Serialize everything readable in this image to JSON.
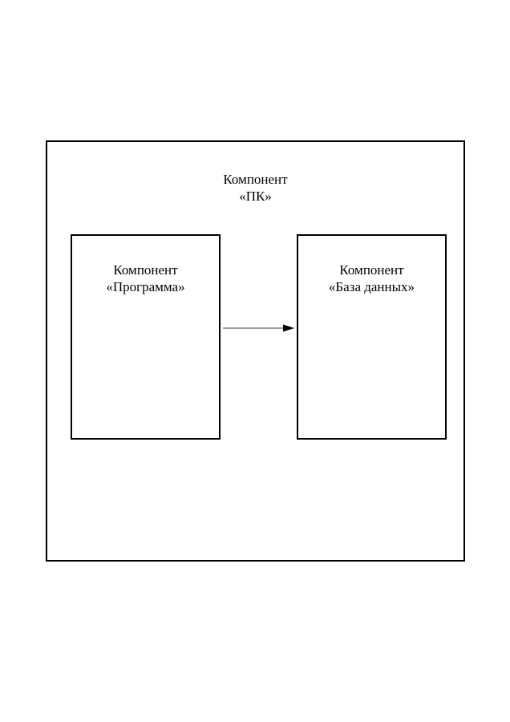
{
  "outer_component": {
    "line1": "Компонент",
    "line2": "«ПК»"
  },
  "program_component": {
    "line1": "Компонент",
    "line2": "«Программа»"
  },
  "database_component": {
    "line1": "Компонент",
    "line2": "«База данных»"
  },
  "colors": {
    "stroke": "#000000",
    "background": "#ffffff"
  }
}
